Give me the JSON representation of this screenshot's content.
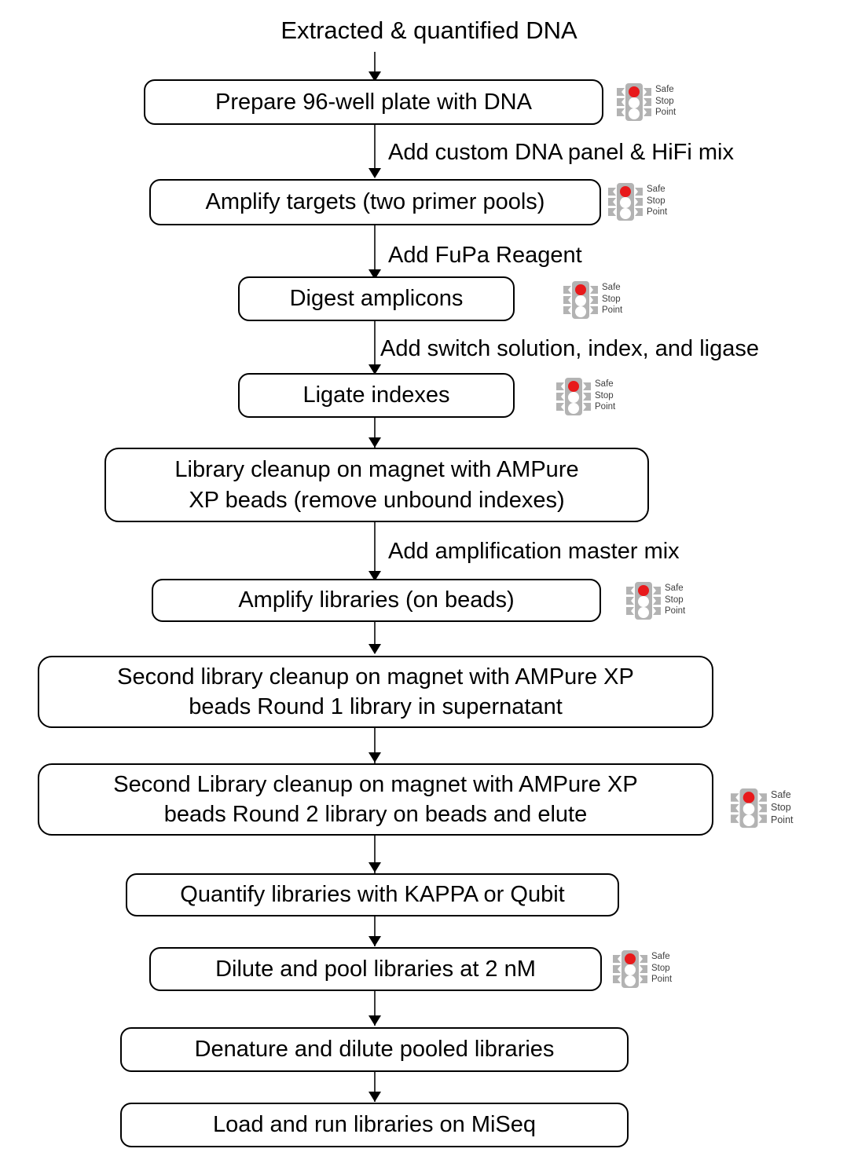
{
  "diagram": {
    "title": "Extracted & quantified DNA",
    "type": "flowchart",
    "orientation": "top-to-bottom",
    "colors": {
      "node_border": "#000000",
      "node_fill": "#ffffff",
      "connector": "#3a3a3a",
      "text": "#000000",
      "signal_red": "#e8191b",
      "signal_body": "#b3b3b3",
      "signal_lamp_off": "#ffffff",
      "marker_text": "#3f3f3f"
    },
    "marker": {
      "name": "safe-stop-point",
      "line1": "Safe",
      "line2": "Stop",
      "line3": "Point"
    },
    "nodes": [
      {
        "id": "n1",
        "label": "Prepare 96-well plate with DNA",
        "lines": [
          "Prepare 96-well plate with DNA"
        ],
        "safe_stop_point": true
      },
      {
        "id": "n2",
        "label": "Amplify targets (two primer pools)",
        "lines": [
          "Amplify targets (two primer pools)"
        ],
        "safe_stop_point": true
      },
      {
        "id": "n3",
        "label": "Digest amplicons",
        "lines": [
          "Digest amplicons"
        ],
        "safe_stop_point": true
      },
      {
        "id": "n4",
        "label": "Ligate indexes",
        "lines": [
          "Ligate indexes"
        ],
        "safe_stop_point": true
      },
      {
        "id": "n5",
        "label": "Library cleanup on magnet with AMPure XP beads (remove unbound indexes)",
        "lines": [
          "Library cleanup on magnet with AMPure",
          "XP beads (remove unbound indexes)"
        ],
        "safe_stop_point": false
      },
      {
        "id": "n6",
        "label": "Amplify libraries (on beads)",
        "lines": [
          "Amplify libraries (on beads)"
        ],
        "safe_stop_point": true
      },
      {
        "id": "n7",
        "label": "Second library cleanup on magnet with AMPure XP beads Round 1 library in supernatant",
        "lines": [
          "Second library cleanup on magnet with AMPure XP",
          "beads Round 1 library in supernatant"
        ],
        "safe_stop_point": false
      },
      {
        "id": "n8",
        "label": "Second Library cleanup on magnet with AMPure XP beads Round 2 library on beads and elute",
        "lines": [
          "Second Library cleanup on magnet with AMPure XP",
          "beads Round 2 library on beads and elute"
        ],
        "safe_stop_point": true
      },
      {
        "id": "n9",
        "label": "Quantify libraries with KAPPA or Qubit",
        "lines": [
          "Quantify libraries with KAPPA or Qubit"
        ],
        "safe_stop_point": false
      },
      {
        "id": "n10",
        "label": "Dilute and pool libraries at 2 nM",
        "lines": [
          "Dilute and pool libraries at 2 nM"
        ],
        "safe_stop_point": true
      },
      {
        "id": "n11",
        "label": "Denature and dilute pooled libraries",
        "lines": [
          "Denature and dilute pooled libraries"
        ],
        "safe_stop_point": false
      },
      {
        "id": "n12",
        "label": "Load and run libraries on MiSeq",
        "lines": [
          "Load and run libraries on MiSeq"
        ],
        "safe_stop_point": false
      }
    ],
    "edges": [
      {
        "from": "start",
        "to": "n1",
        "label": ""
      },
      {
        "from": "n1",
        "to": "n2",
        "label": "Add custom DNA panel & HiFi mix"
      },
      {
        "from": "n2",
        "to": "n3",
        "label": "Add FuPa Reagent"
      },
      {
        "from": "n3",
        "to": "n4",
        "label": "Add switch solution, index, and ligase"
      },
      {
        "from": "n4",
        "to": "n5",
        "label": ""
      },
      {
        "from": "n5",
        "to": "n6",
        "label": "Add amplification master mix"
      },
      {
        "from": "n6",
        "to": "n7",
        "label": ""
      },
      {
        "from": "n7",
        "to": "n8",
        "label": ""
      },
      {
        "from": "n8",
        "to": "n9",
        "label": ""
      },
      {
        "from": "n9",
        "to": "n10",
        "label": ""
      },
      {
        "from": "n10",
        "to": "n11",
        "label": ""
      },
      {
        "from": "n11",
        "to": "n12",
        "label": ""
      }
    ]
  }
}
